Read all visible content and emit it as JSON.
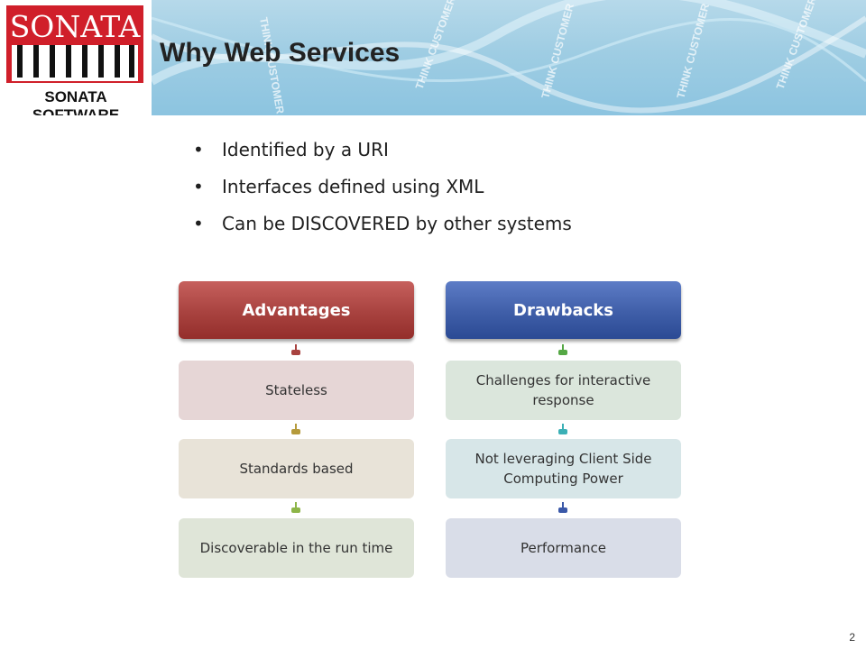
{
  "logo": {
    "brand": "SONATA",
    "tagline": "SONATA SOFTWARE",
    "brand_color": "#d01f2a"
  },
  "header": {
    "title": "Why Web Services",
    "watermark_words": [
      "THINK CUSTOMER",
      "THINK CUSTOMER",
      "THINK CUSTOMER",
      "THINK CUSTOMER",
      "THINK CUSTOMER"
    ]
  },
  "bullets": [
    "Identified by a URI",
    "Interfaces defined using XML",
    "Can be DISCOVERED by other systems"
  ],
  "advantages": {
    "title": "Advantages",
    "items": [
      "Stateless",
      "Standards based",
      "Discoverable in the run time"
    ],
    "head_color": "#a8423f",
    "item_colors": [
      "#e6d6d6",
      "#e8e3d8",
      "#dfe5d8"
    ],
    "connector_colors": [
      "#a8423f",
      "#b59a3b",
      "#8db548"
    ]
  },
  "drawbacks": {
    "title": "Drawbacks",
    "items": [
      "Challenges for interactive response",
      "Not leveraging Client Side Computing Power",
      "Performance"
    ],
    "head_color": "#3f5ea8",
    "item_colors": [
      "#dbe6dc",
      "#d7e6e8",
      "#d9dde8"
    ],
    "connector_colors": [
      "#55a845",
      "#3bb0b6",
      "#3a58a8"
    ]
  },
  "footer": {
    "page_number": "2"
  }
}
